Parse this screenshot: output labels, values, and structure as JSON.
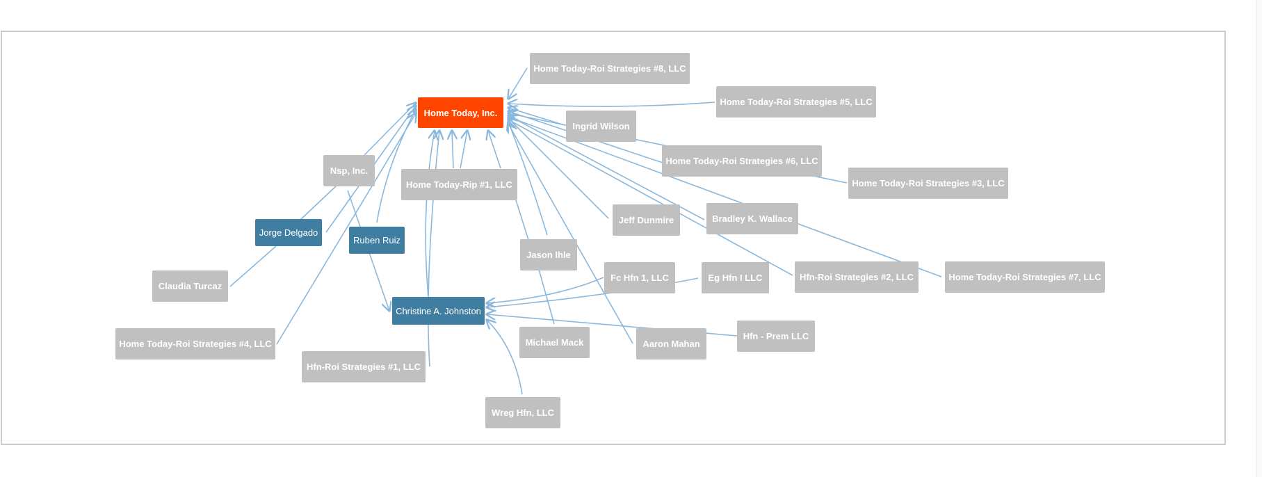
{
  "colors": {
    "focus": "#ff4500",
    "highlight": "#3f7ea0",
    "node": "#c0c0c0",
    "edge": "#8ab8dd",
    "frame_border": "#cccccc"
  },
  "nodes": {
    "home_today_inc": "Home Today, Inc.",
    "roi8": "Home Today-Roi Strategies #8, LLC",
    "roi5": "Home Today-Roi Strategies #5, LLC",
    "ingrid": "Ingrid Wilson",
    "roi6": "Home Today-Roi Strategies #6, LLC",
    "roi3": "Home Today-Roi Strategies #3, LLC",
    "nsp": "Nsp, Inc.",
    "rip1": "Home Today-Rip #1, LLC",
    "jorge": "Jorge Delgado",
    "ruben": "Ruben Ruiz",
    "jeff": "Jeff Dunmire",
    "bradley": "Bradley K. Wallace",
    "claudia": "Claudia Turcaz",
    "jason": "Jason Ihle",
    "fchfn1": "Fc Hfn 1, LLC",
    "eghfn": "Eg Hfn I LLC",
    "hfnroi2": "Hfn-Roi Strategies #2, LLC",
    "roi7": "Home Today-Roi Strategies #7, LLC",
    "christine": "Christine A. Johnston",
    "roi4": "Home Today-Roi Strategies #4, LLC",
    "michael": "Michael Mack",
    "aaron": "Aaron Mahan",
    "hfnprem": "Hfn - Prem LLC",
    "hfnroi1": "Hfn-Roi Strategies #1, LLC",
    "wreg": "Wreg Hfn, LLC"
  }
}
